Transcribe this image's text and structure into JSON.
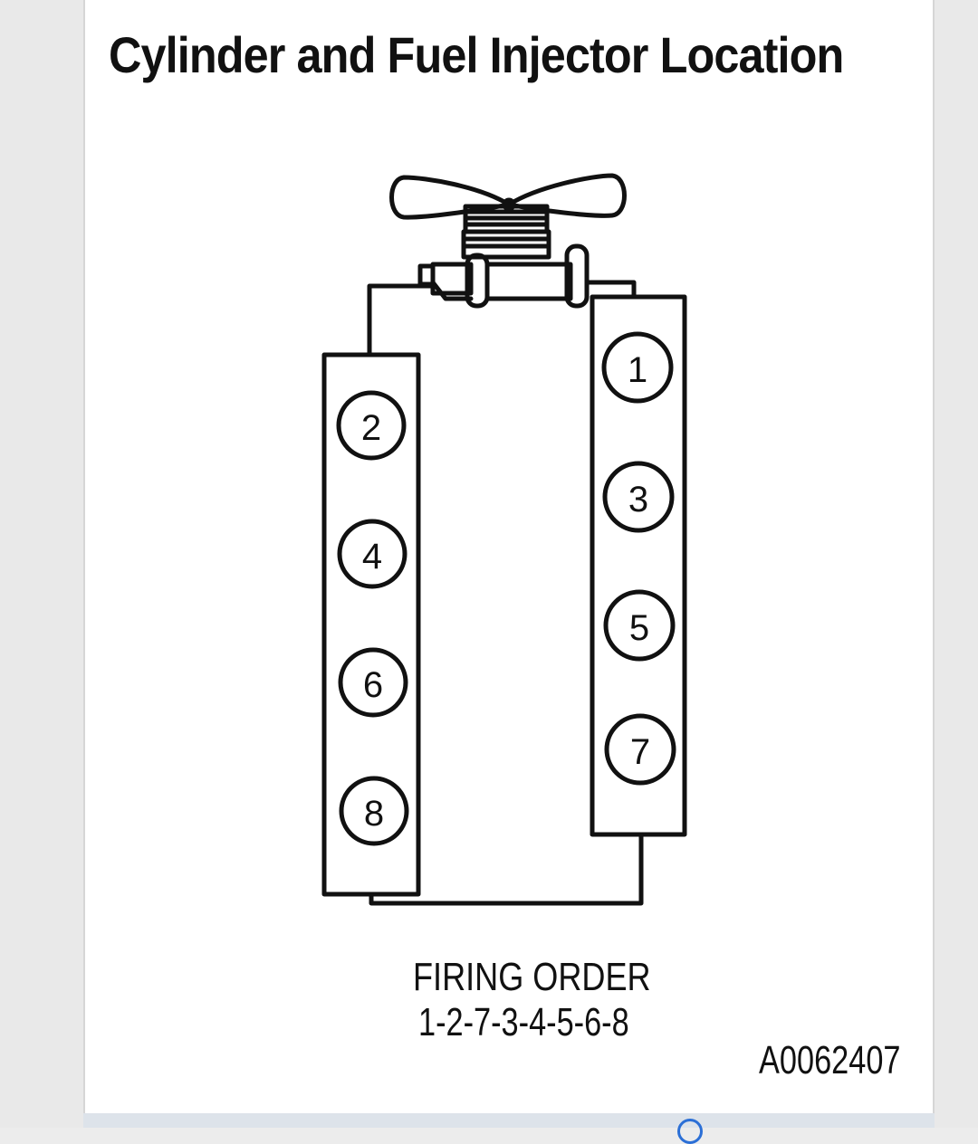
{
  "title": "Cylinder and Fuel Injector Location",
  "diagram": {
    "left_bank_cylinders": [
      "2",
      "4",
      "6",
      "8"
    ],
    "right_bank_cylinders": [
      "1",
      "3",
      "5",
      "7"
    ],
    "firing_order_label": "FIRING ORDER",
    "firing_order_sequence": "1-2-7-3-4-5-6-8",
    "figure_id": "A0062407"
  },
  "colors": {
    "ink": "#111111",
    "background": "#ffffff",
    "frame": "#e9e9e9",
    "accent": "#2b6fd6"
  }
}
